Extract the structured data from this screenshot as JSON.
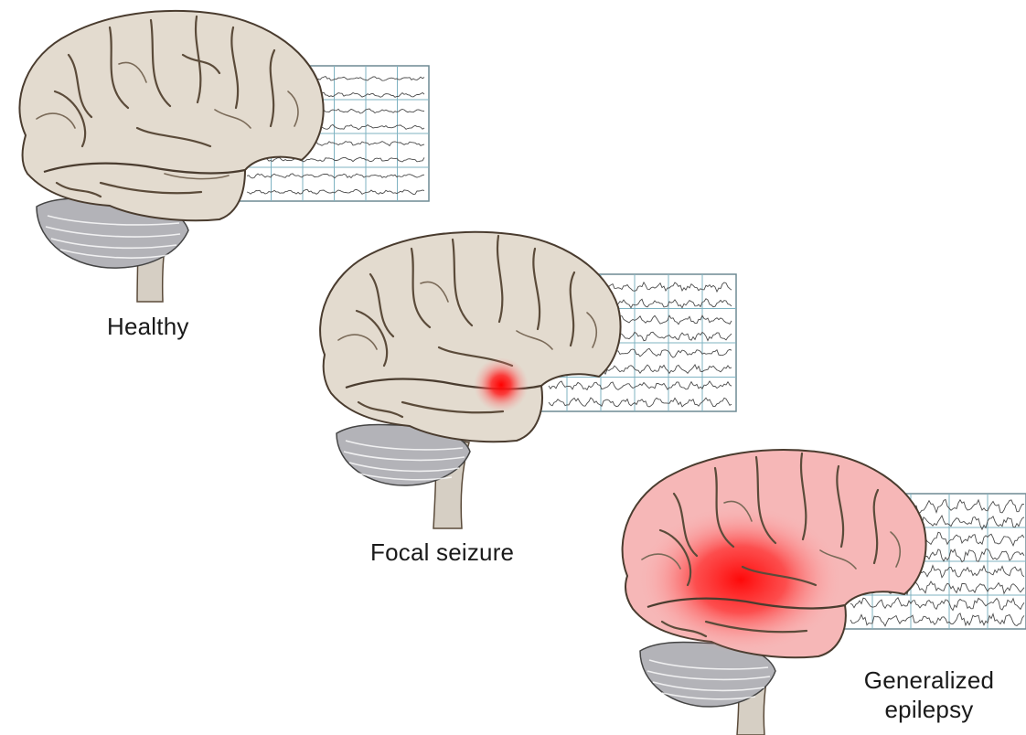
{
  "panels": [
    {
      "id": "healthy",
      "label": "Healthy",
      "activity": "none",
      "eeg_level": 0.15
    },
    {
      "id": "focal",
      "label": "Focal seizure",
      "activity": "focal",
      "eeg_level": 0.55
    },
    {
      "id": "generalized",
      "label_line1": "Generalized",
      "label_line2": "epilepsy",
      "activity": "generalized",
      "eeg_level": 0.95
    }
  ],
  "colors": {
    "brain_fill": "#e3dbcf",
    "brain_shadow": "#cfc4b4",
    "fold": "#5b4b3a",
    "cerebellum": "#8f8f94",
    "stem": "#cfc8bd",
    "grid_line": "#7fb3c2",
    "grid_border": "#6e8a94",
    "wave": "#4b4b4b",
    "seizure_red": "#ff1a1a",
    "generalized_tint": "#f6b7b7"
  }
}
